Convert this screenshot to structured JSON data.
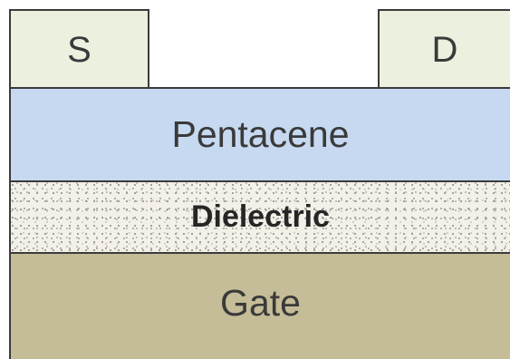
{
  "layers": {
    "source": {
      "label": "S",
      "color": "#ebf1de"
    },
    "drain": {
      "label": "D",
      "color": "#ebf1de"
    },
    "semiconductor": {
      "label": "Pentacene",
      "color": "#c6d9f1"
    },
    "dielectric": {
      "label": "Dielectric",
      "color": "#f2f0e8"
    },
    "gate": {
      "label": "Gate",
      "color": "#c4bd97"
    }
  }
}
